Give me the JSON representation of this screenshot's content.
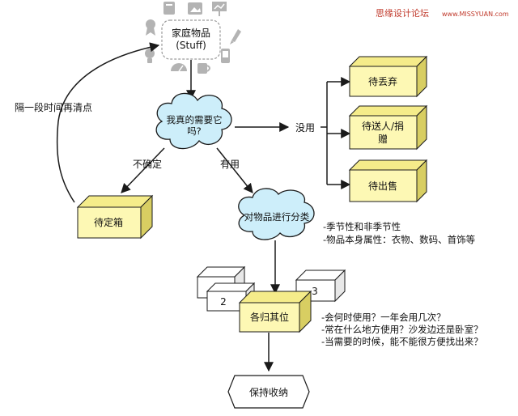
{
  "watermark": {
    "cn": "思缘设计论坛",
    "url": "www.MISSYUAN.com"
  },
  "source": {
    "line1": "家庭物品",
    "line2": "(Stuff)"
  },
  "icons": [
    "book-icon",
    "picture-icon",
    "presentation-icon",
    "award-icon",
    "pen-icon",
    "lightbulb-icon",
    "phone-icon",
    "gauge-icon",
    "mug-icon"
  ],
  "question": {
    "line1": "我真的需要它",
    "line2": "吗?"
  },
  "edges": {
    "useless": "没用",
    "unsure": "不确定",
    "useful": "有用",
    "recheck": "隔一段时间再清点"
  },
  "discard": {
    "trash": "待丢弃",
    "gift_line1": "待送人/捐",
    "gift_line2": "赠",
    "sell": "待出售"
  },
  "pending_box": "待定箱",
  "classify": "对物品进行分类",
  "classify_notes": [
    "-季节性和非季节性",
    "-物品本身属性：衣物、数码、首饰等"
  ],
  "stack": {
    "box2": "2",
    "box3": "3",
    "main": "各归其位"
  },
  "place_notes": [
    "-会何时使用？一年会用几次？",
    "-常在什么地方使用？沙发边还是卧室？",
    "-当需要的时候，能不能很方便找出来？"
  ],
  "storage": "保持收纳",
  "colors": {
    "box_face": "#fdf8b4",
    "box_top": "#f5ec8a",
    "box_side": "#d8ce62",
    "cloud": "#cdeefa",
    "line": "#1a1a1a",
    "watermark": "#c0392b"
  }
}
